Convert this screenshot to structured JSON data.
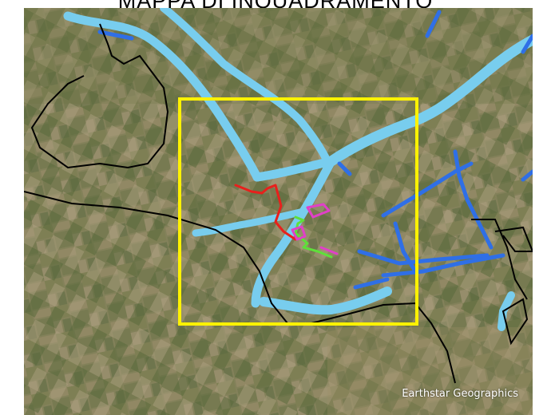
{
  "map": {
    "title": "MAPPA DI INQUADRAMENTO",
    "attribution": "Earthstar Geographics",
    "colors": {
      "satellite_base": "#7f8458",
      "river": "#78cdee",
      "frame": "#fff200",
      "boundary": "#000000",
      "drainage": "#2f6fe6",
      "route_red": "#e8201c",
      "route_green": "#5ee03a",
      "route_magenta": "#e040c8"
    },
    "layers": [
      "satellite-imagery",
      "rivers",
      "canals",
      "municipal-boundaries",
      "study-area-frame",
      "project-routes"
    ]
  }
}
